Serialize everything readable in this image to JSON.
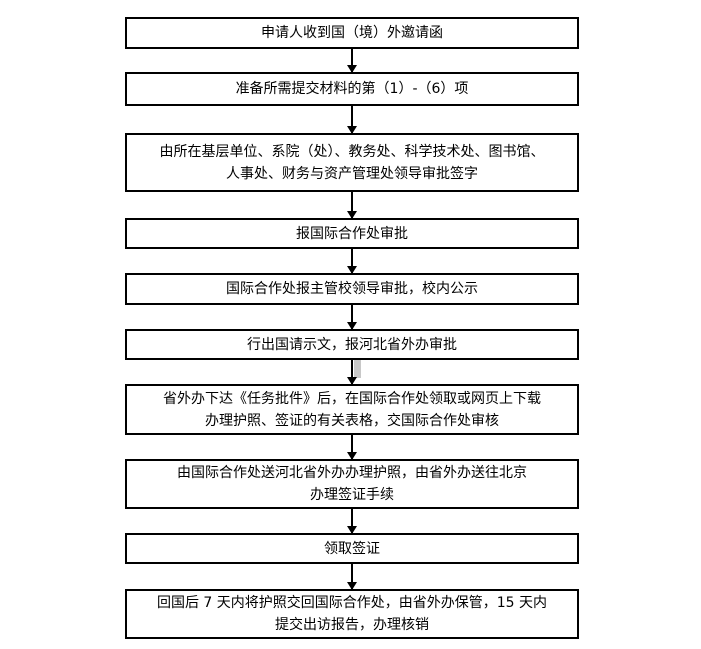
{
  "flowchart": {
    "title": "出国（境）审批办理流程",
    "steps": [
      {
        "text": "申请人收到国（境）外邀请函"
      },
      {
        "text": "准备所需提交材料的第（1）-（6）项"
      },
      {
        "text": "由所在基层单位、系院（处）、教务处、科学技术处、图书馆、\n人事处、财务与资产管理处领导审批签字"
      },
      {
        "text": "报国际合作处审批"
      },
      {
        "text": "国际合作处报主管校领导审批，校内公示"
      },
      {
        "text": "行出国请示文，报河北省外办审批"
      },
      {
        "text": "省外办下达《任务批件》后，在国际合作处领取或网页上下载\n办理护照、签证的有关表格，交国际合作处审核"
      },
      {
        "text": "由国际合作处送河北省外办办理护照，由省外办送往北京\n办理签证手续"
      },
      {
        "text": "领取签证"
      },
      {
        "text": "回国后 7 天内将护照交回国际合作处，由省外办保管，15 天内\n提交出访报告，办理核销"
      }
    ],
    "connector": "arrow-down",
    "colors": {
      "border": "#000000",
      "background": "#ffffff",
      "text": "#000000",
      "marker": "#c8c8c8"
    }
  }
}
